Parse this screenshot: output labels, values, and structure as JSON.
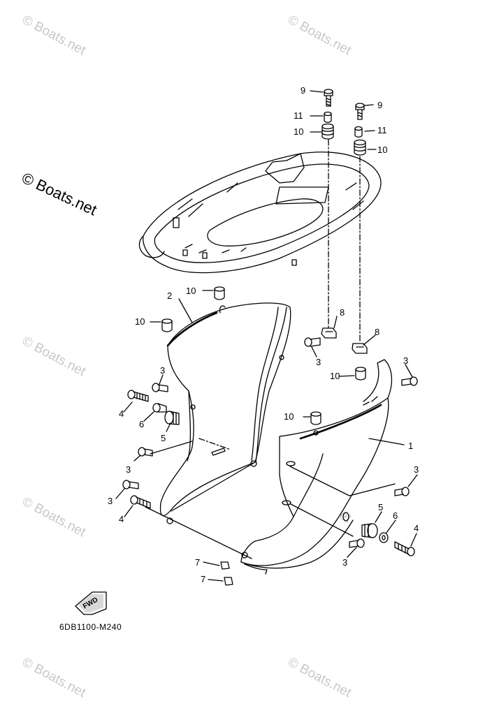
{
  "watermark": "© Boats.net",
  "diagram_code": "6DB1100-M240",
  "fwd_label": "FWD",
  "callouts": {
    "c1": "1",
    "c2": "2",
    "c3a": "3",
    "c3b": "3",
    "c3c": "3",
    "c3d": "3",
    "c3e": "3",
    "c3f": "3",
    "c3g": "3",
    "c4a": "4",
    "c4b": "4",
    "c4c": "4",
    "c5a": "5",
    "c5b": "5",
    "c6a": "6",
    "c6b": "6",
    "c7a": "7",
    "c7b": "7",
    "c8a": "8",
    "c8b": "8",
    "c9a": "9",
    "c9b": "9",
    "c10a": "10",
    "c10b": "10",
    "c10c": "10",
    "c10d": "10",
    "c10e": "10",
    "c10f": "10",
    "c11a": "11",
    "c11b": "11"
  },
  "colors": {
    "line": "#000000",
    "watermark": "#c8c8c8",
    "fill_part": "#ffffff",
    "fill_shade": "#d8d8d8"
  }
}
